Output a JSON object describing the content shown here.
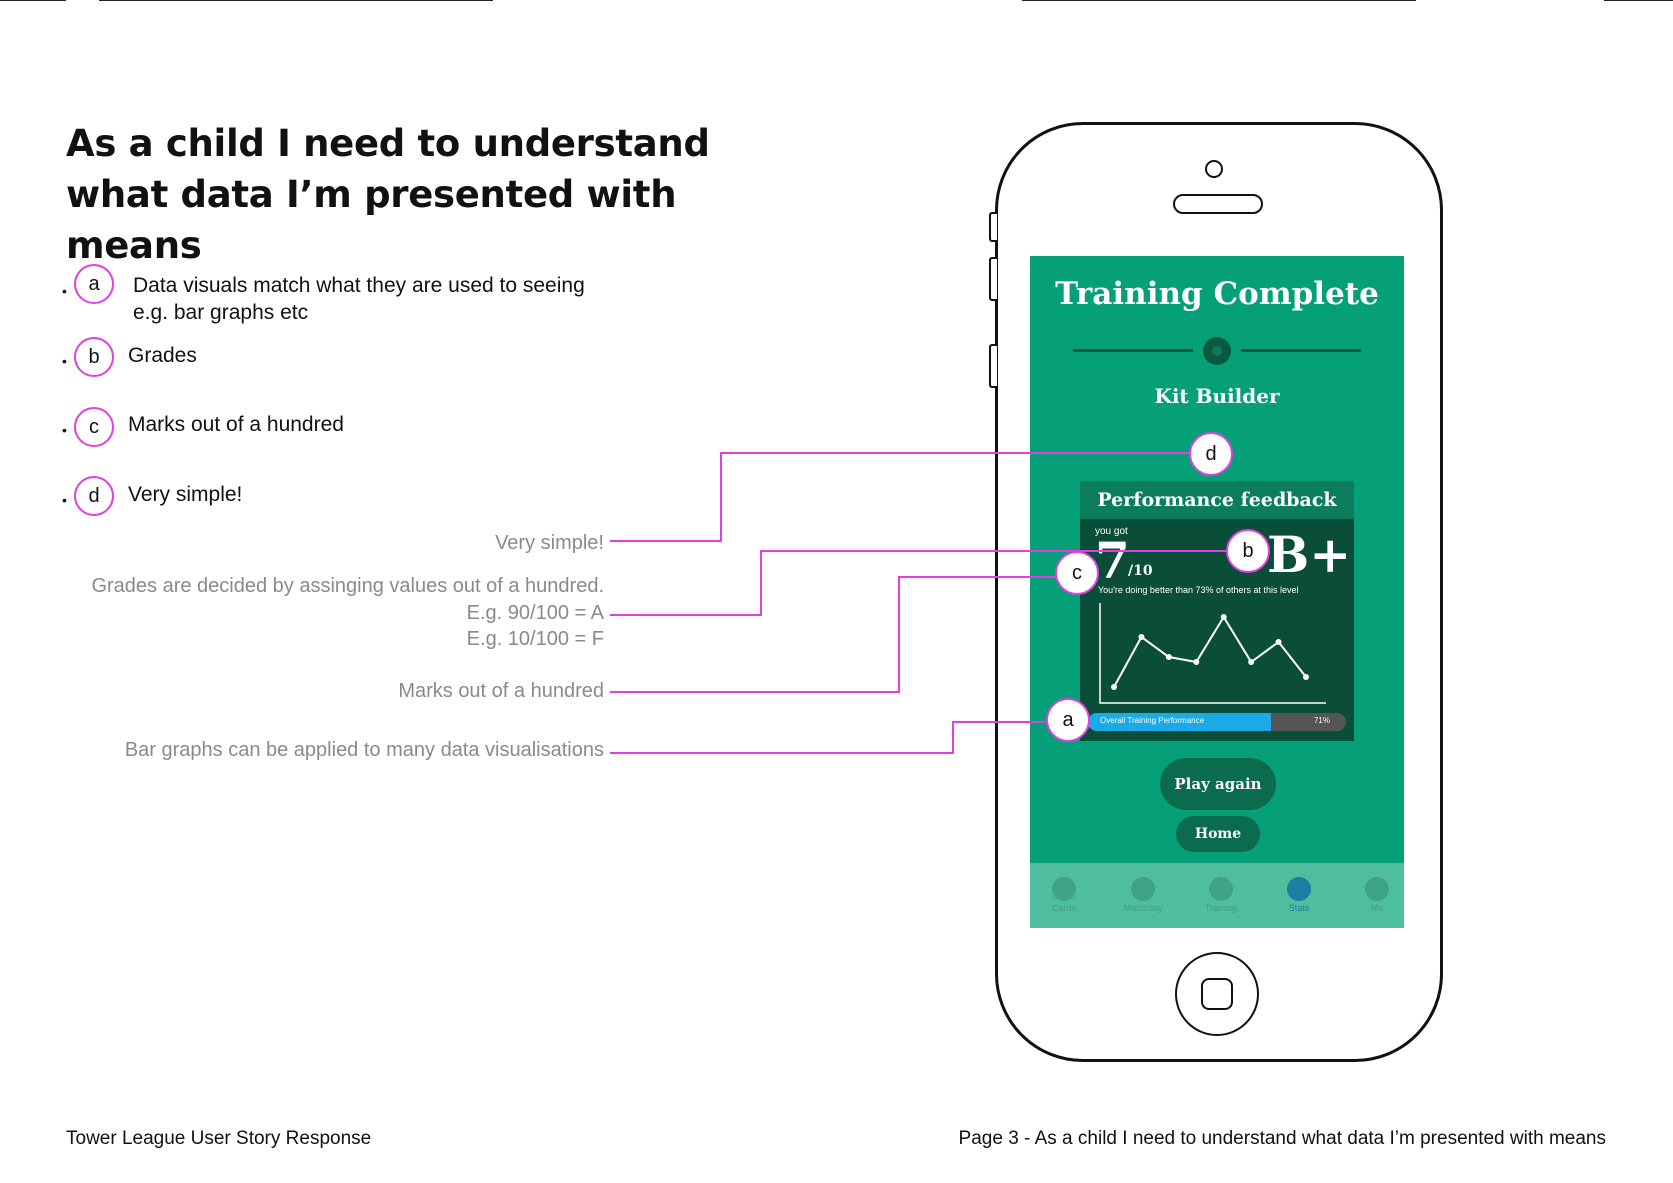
{
  "title": "As a child I need to understand what data I’m presented with means",
  "bullets": [
    {
      "letter": "a",
      "text": "Data visuals match what they are used to seeing e.g. bar graphs etc"
    },
    {
      "letter": "b",
      "text": "Grades"
    },
    {
      "letter": "c",
      "text": "Marks out of a hundred"
    },
    {
      "letter": "d",
      "text": "Very simple!"
    }
  ],
  "notes": {
    "very_simple": "Very simple!",
    "grades_line1": "Grades are decided by assinging values out of a hundred.",
    "grades_line2": "E.g. 90/100 = A",
    "grades_line3": "E.g. 10/100 = F",
    "marks": "Marks out of a hundred",
    "bar_graphs": "Bar graphs can be applied to many data visualisations"
  },
  "app": {
    "screen_title": "Training Complete",
    "game_name": "Kit Builder",
    "perf_header": "Performance feedback",
    "you_got": "you got",
    "score": "7",
    "score_denom": "/10",
    "grade": "B+",
    "comparison": "You're doing better than 73% of others at this level",
    "progress_label": "Overall Training Performance",
    "progress_value": "71%",
    "progress_fraction": 0.71,
    "play_again": "Play again",
    "home": "Home",
    "tabs": [
      "Cards",
      "Matchday",
      "Training",
      "Stats",
      "Me"
    ],
    "active_tab": "Stats"
  },
  "chart_data": {
    "type": "line",
    "series": [
      {
        "values": [
          1,
          6,
          4,
          3.5,
          8,
          3.5,
          5.5,
          2
        ]
      }
    ],
    "grid": false
  },
  "callout_letters": {
    "a": "a",
    "b": "b",
    "c": "c",
    "d": "d"
  },
  "footer": {
    "left": "Tower League User Story Response",
    "right": "Page 3 - As a child I need to understand what data I’m presented with means"
  },
  "colors": {
    "accent_magenta": "#e040e0",
    "screen_green": "#05a078",
    "dark_green": "#0a4e3a",
    "progress_blue": "#1ba9e8"
  }
}
